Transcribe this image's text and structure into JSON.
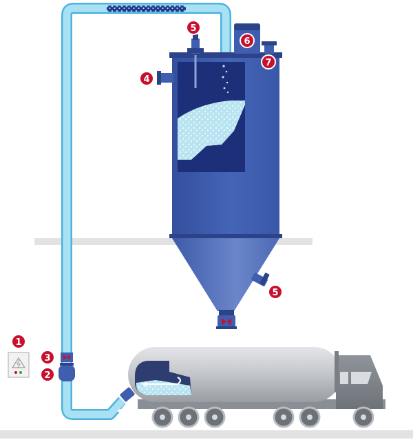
{
  "colors": {
    "silo_body": "#3f5eb0",
    "silo_dark": "#1e2f7a",
    "pipe": "#9fdcf2",
    "pipe_outline": "#4ab3de",
    "marker": "#c8102e",
    "floor": "#e3e3e3",
    "truck": "#a9adb3"
  },
  "markers": [
    {
      "label": "1",
      "component": "control-panel"
    },
    {
      "label": "2",
      "component": "pump"
    },
    {
      "label": "3",
      "component": "valve"
    },
    {
      "label": "4",
      "component": "inlet-nozzle"
    },
    {
      "label": "5",
      "component": "level-sensor-top"
    },
    {
      "label": "6",
      "component": "filter-unit"
    },
    {
      "label": "7",
      "component": "pressure-relief-valve"
    },
    {
      "label": "5",
      "component": "level-sensor-cone"
    }
  ],
  "icons": {
    "control_panel": "lightning-warning-icon",
    "valve": "butterfly-valve-icon",
    "flow": "flow-arrow-icon"
  }
}
